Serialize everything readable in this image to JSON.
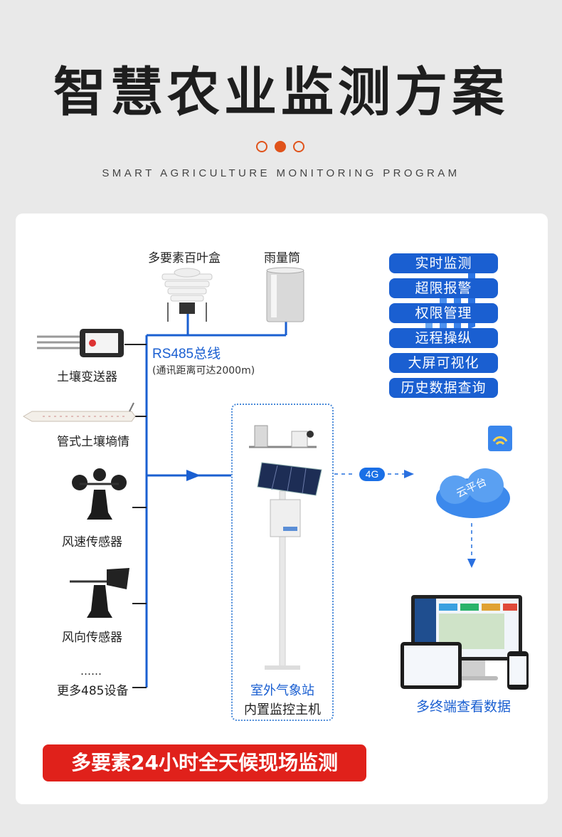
{
  "header": {
    "title": "智慧农业监测方案",
    "subtitle": "SMART AGRICULTURE MONITORING PROGRAM"
  },
  "devices": {
    "louver_box": "多要素百叶盒",
    "rain_gauge": "雨量筒",
    "soil_transmitter": "土壤变送器",
    "tube_soil": "管式土壤墒情",
    "wind_speed": "风速传感器",
    "wind_direction": "风向传感器",
    "more_ellipsis": "……",
    "more_devices": "更多485设备"
  },
  "bus": {
    "title": "RS485总线",
    "note": "(通讯距离可达2000m)"
  },
  "features": [
    "实时监测",
    "超限报警",
    "权限管理",
    "远程操纵",
    "大屏可视化",
    "历史数据查询"
  ],
  "station": {
    "label1": "室外气象站",
    "label2": "内置监控主机"
  },
  "network": {
    "badge": "4G",
    "cloud_label": "云平台",
    "terminal_label": "多终端查看数据"
  },
  "banner": "多要素24小时全天候现场监测",
  "colors": {
    "accent_orange": "#e0531b",
    "blue": "#1a5fd1",
    "banner_red": "#e0211b"
  }
}
